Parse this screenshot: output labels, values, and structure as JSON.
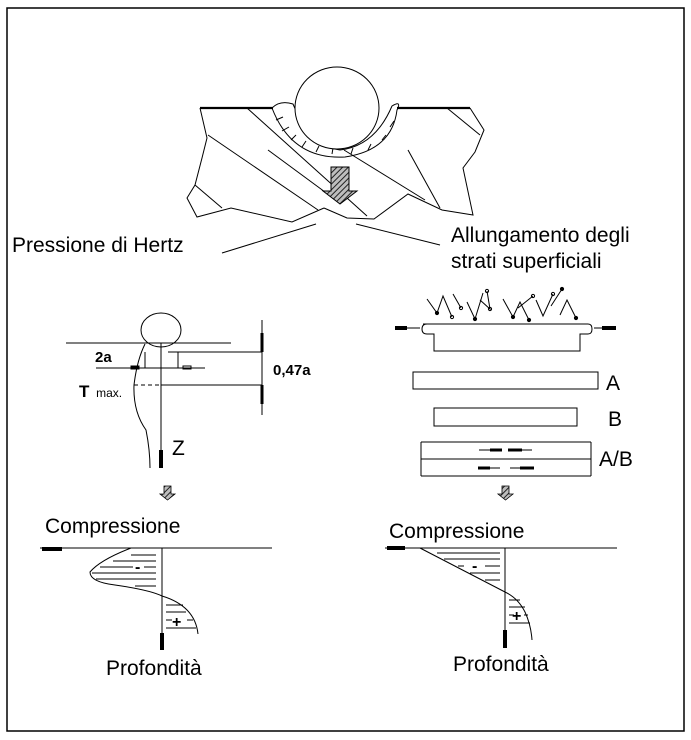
{
  "diagram": {
    "title_labels": {
      "hertz_pressure": "Pressione di Hertz",
      "elongation_line1": "Allungamento degli",
      "elongation_line2": "strati superficiali"
    },
    "left_panel": {
      "dim_2a": "2a",
      "tau_symbol": "T",
      "tau_sub": "max.",
      "dim_047a": "0,47a",
      "axis_z": "Z",
      "compression_label": "Compressione",
      "depth_label": "Profondità",
      "minus_sign": "-",
      "plus_sign": "+"
    },
    "right_panel": {
      "layer_a": "A",
      "layer_b": "B",
      "layer_ab": "A/B",
      "compression_label": "Compressione",
      "depth_label": "Profondità",
      "minus_sign": "-",
      "plus_sign": "+"
    },
    "colors": {
      "stroke": "#000000",
      "background": "#ffffff",
      "arrow_fill": "#7a7a7a"
    }
  }
}
